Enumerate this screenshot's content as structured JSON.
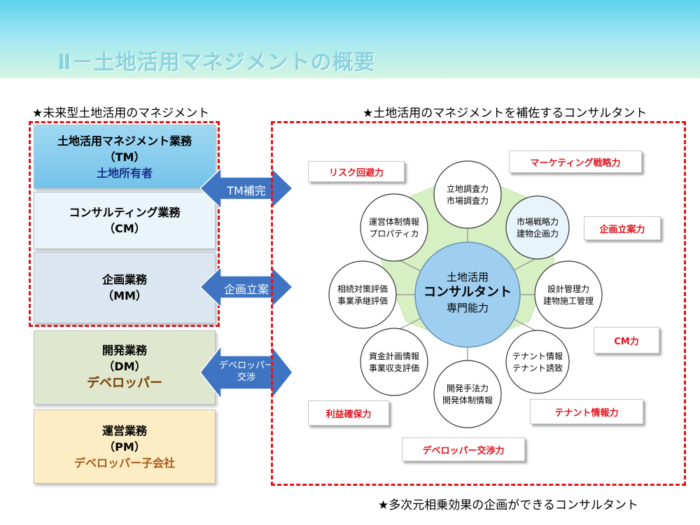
{
  "header": {
    "title": "Ⅱ－土地活用マネジメントの概要"
  },
  "captions": {
    "left": "★未来型土地活用のマネジメント",
    "right": "★土地活用のマネジメントを補佐するコンサルタント",
    "bottom": "★多次元相乗効果の企画ができるコンサルタント"
  },
  "left_boxes": [
    {
      "title": "土地活用マネジメント業務",
      "code": "（TM）",
      "role": "土地所有者"
    },
    {
      "title": "コンサルティング業務",
      "code": "（CM）"
    },
    {
      "title": "企画業務",
      "code": "（MM）"
    },
    {
      "title": "開発業務",
      "code": "（DM）",
      "role": "デベロッパー"
    },
    {
      "title": "運営業務",
      "code": "（PM）",
      "role": "デベロッパー子会社"
    }
  ],
  "arrows": [
    {
      "label": "TM補完"
    },
    {
      "label": "企画立案"
    },
    {
      "label_line1": "デベロッパー",
      "label_line2": "交渉"
    }
  ],
  "colors": {
    "accent_red": "#e0141c",
    "arrow_blue": "#3f74c2",
    "core_blue": "#9fcff0",
    "hub_green": "#d6f0c4"
  },
  "diagram": {
    "center": {
      "line1": "土地活用",
      "line2": "コンサルタント",
      "line3": "専門能力"
    },
    "nodes": [
      {
        "line1": "立地調査力",
        "line2": "市場調査力"
      },
      {
        "line1": "市場戦略力",
        "line2": "建物企画力"
      },
      {
        "line1": "設計管理力",
        "line2": "建物施工管理"
      },
      {
        "line1": "テナント情報",
        "line2": "テナント誘致"
      },
      {
        "line1": "開発手法力",
        "line2": "開発体制情報"
      },
      {
        "line1": "資金計画情報",
        "line2": "事業収支評価"
      },
      {
        "line1": "相続対策評価",
        "line2": "事業承継評価"
      },
      {
        "line1": "運営体制情報",
        "line2": "プロパティカ"
      }
    ],
    "labels": [
      "リスク回避力",
      "マーケティング戦略力",
      "企画立案力",
      "CM力",
      "テナント情報力",
      "デベロッパー交渉力",
      "利益確保力"
    ]
  }
}
